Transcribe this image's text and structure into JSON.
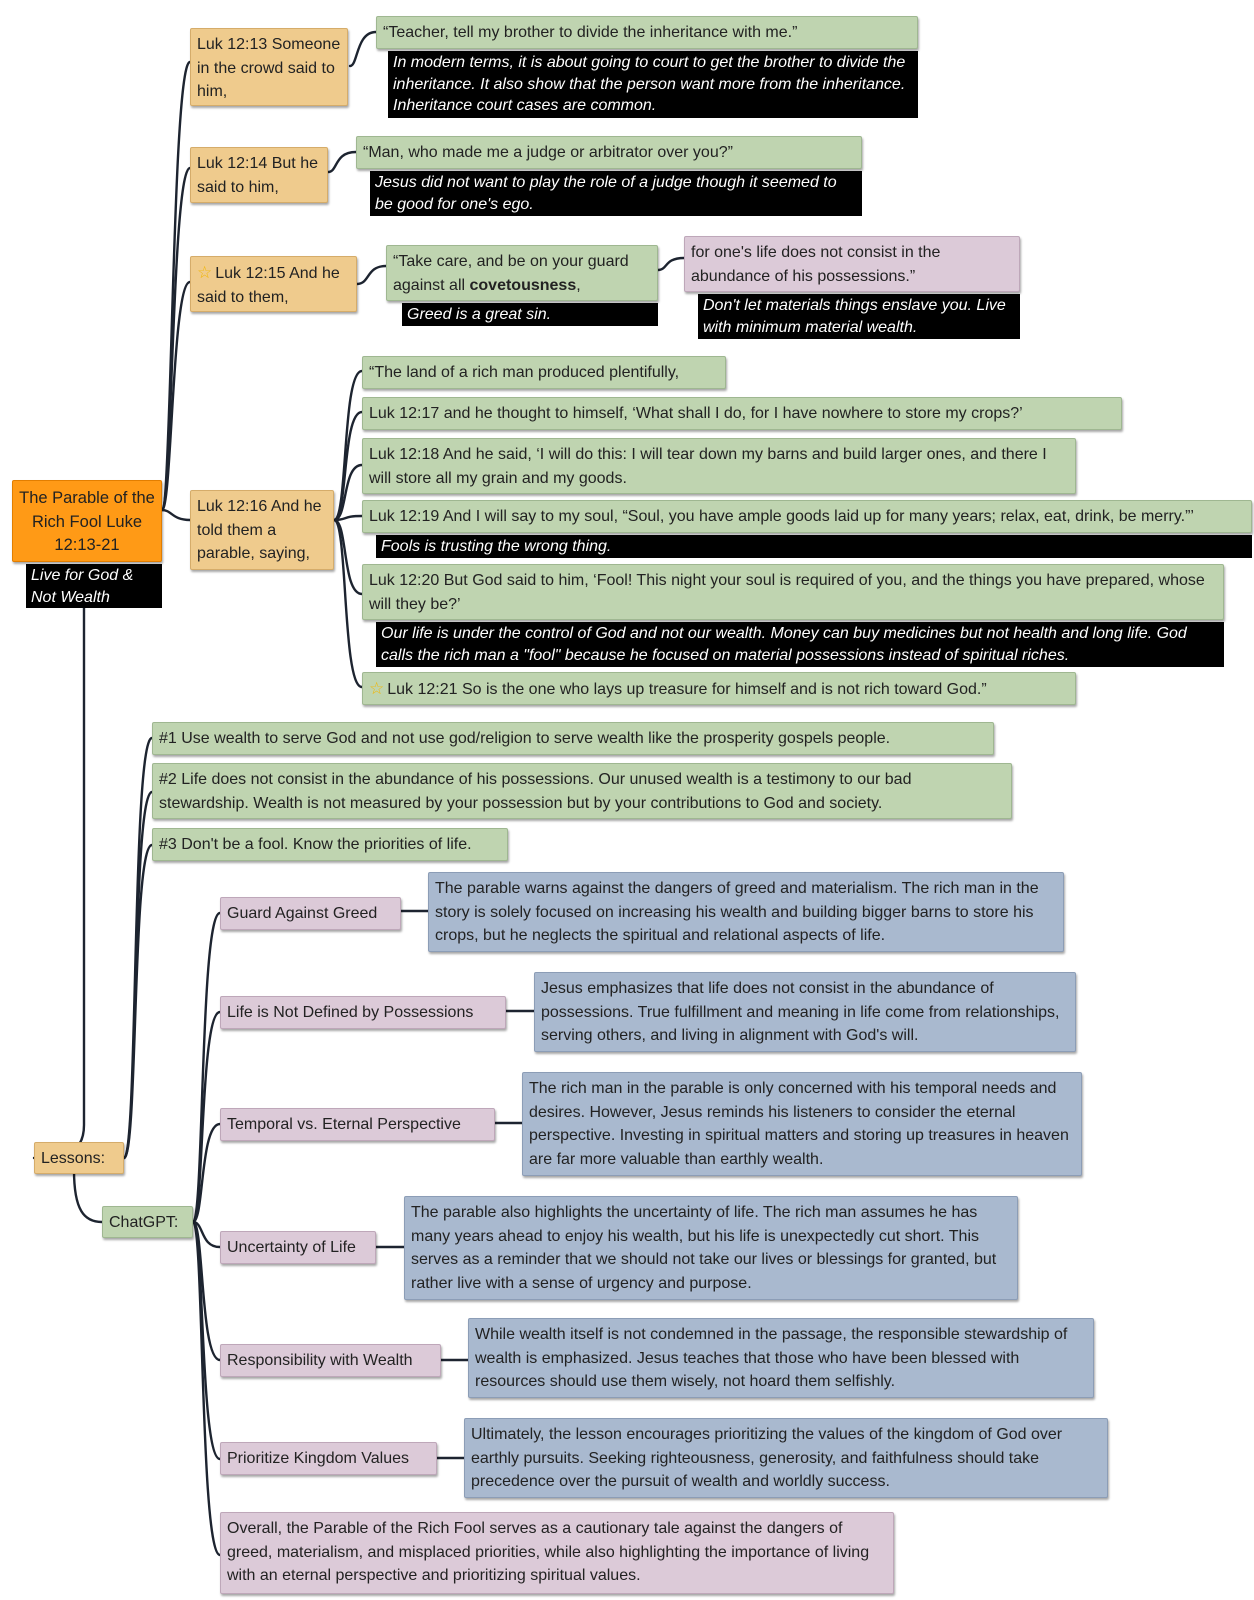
{
  "colors": {
    "root": "#ff9a16",
    "verse": "#efcb8d",
    "quote": "#bfd4b0",
    "topic": "#dccad8",
    "detail": "#a9b9cf",
    "note": "#000000",
    "connector": "#1d2430",
    "star": "#f2b705"
  },
  "root": {
    "title": "The Parable of the Rich Fool Luke 12:13-21",
    "note": "Live for God & Not Wealth"
  },
  "verse13": {
    "label": "Luk 12:13 Someone in the crowd said to him,",
    "quote": "“Teacher, tell my brother to divide the inheritance with me.”",
    "note": "In modern terms, it is about going to court to get the brother to divide the inheritance. It also show that the person want more from the inheritance. Inheritance court cases are common."
  },
  "verse14": {
    "label": "Luk 12:14  But he said to him,",
    "quote": "“Man, who made me a judge or arbitrator over you?”",
    "note": "Jesus did not want to play the role of a judge though it seemed to be good for one's ego."
  },
  "verse15": {
    "icon": "star-icon",
    "label": "Luk 12:15 And he said to them,",
    "quote_pre": "“Take care, and be on your guard against all ",
    "quote_bold": "covetousness",
    "quote_post": ",",
    "note": "Greed is a great sin.",
    "continuation": "for one's life does not consist in the abundance of his possessions.”",
    "continuation_note": "Don't let materials things enslave you. Live with minimum material wealth."
  },
  "verse16": {
    "label": "Luk 12:16  And he told them a parable, saying,",
    "items": [
      {
        "text": "“The land of a rich man produced plentifully,"
      },
      {
        "text": "Luk 12:17  and he thought to himself, ‘What shall I do, for I have nowhere to store my crops?’"
      },
      {
        "text": "Luk 12:18  And he said, ‘I will do this: I will tear down my barns and build larger ones, and there I will store all my grain and my goods."
      },
      {
        "text": "Luk 12:19  And I will say to my soul, “Soul, you have ample goods laid up for many years; relax, eat, drink, be merry.”’",
        "note": "Fools is trusting the wrong thing."
      },
      {
        "text": "Luk 12:20  But God said to him, ‘Fool! This night your soul is required of you, and the things you have prepared, whose will they be?’",
        "note": "Our life is under the control of God and not our wealth. Money can buy medicines but not health and long life. God calls the rich man a \"fool\" because he focused on material possessions instead of spiritual riches."
      },
      {
        "text": "Luk 12:21  So is the one who lays up treasure for himself and is not rich toward God.”",
        "icon": "star-icon"
      }
    ]
  },
  "lessons": {
    "label": "Lessons:",
    "items": [
      "#1 Use wealth to serve God and not use god/religion to serve wealth like the prosperity gospels people.",
      "#2 Life does not consist in the abundance of his possessions. Our unused wealth is a testimony to our bad stewardship. Wealth is not measured by your possession but by your contributions to God and society.",
      "#3 Don't be a fool. Know the priorities of life."
    ]
  },
  "chatgpt": {
    "label": "ChatGPT:",
    "topics": [
      {
        "title": "Guard Against Greed",
        "detail": "The parable warns against the dangers of greed and materialism. The rich man in the story is solely focused on increasing his wealth and building bigger barns to store his crops, but he neglects the spiritual and relational aspects of life."
      },
      {
        "title": "Life is Not Defined by Possessions",
        "detail": "Jesus emphasizes that life does not consist in the abundance of possessions. True fulfillment and meaning in life come from relationships, serving others, and living in alignment with God's will."
      },
      {
        "title": "Temporal vs. Eternal Perspective",
        "detail": "The rich man in the parable is only concerned with his temporal needs and desires. However, Jesus reminds his listeners to consider the eternal perspective. Investing in spiritual matters and storing up treasures in heaven are far more valuable than earthly wealth."
      },
      {
        "title": "Uncertainty of Life",
        "detail": "The parable also highlights the uncertainty of life. The rich man assumes he has many years ahead to enjoy his wealth, but his life is unexpectedly cut short. This serves as a reminder that we should not take our lives or blessings for granted, but rather live with a sense of urgency and purpose."
      },
      {
        "title": "Responsibility with Wealth",
        "detail": "While wealth itself is not condemned in the passage, the responsible stewardship of wealth is emphasized. Jesus teaches that those who have been blessed with resources should use them wisely, not hoard them selfishly."
      },
      {
        "title": "Prioritize Kingdom Values",
        "detail": "Ultimately, the lesson encourages prioritizing the values of the kingdom of God over earthly pursuits. Seeking righteousness, generosity, and faithfulness should take precedence over the pursuit of wealth and worldly success."
      }
    ],
    "overall": "Overall, the Parable of the Rich Fool serves as a cautionary tale against the dangers of greed, materialism, and misplaced priorities, while also highlighting the importance of living with an eternal perspective and prioritizing spiritual values."
  }
}
